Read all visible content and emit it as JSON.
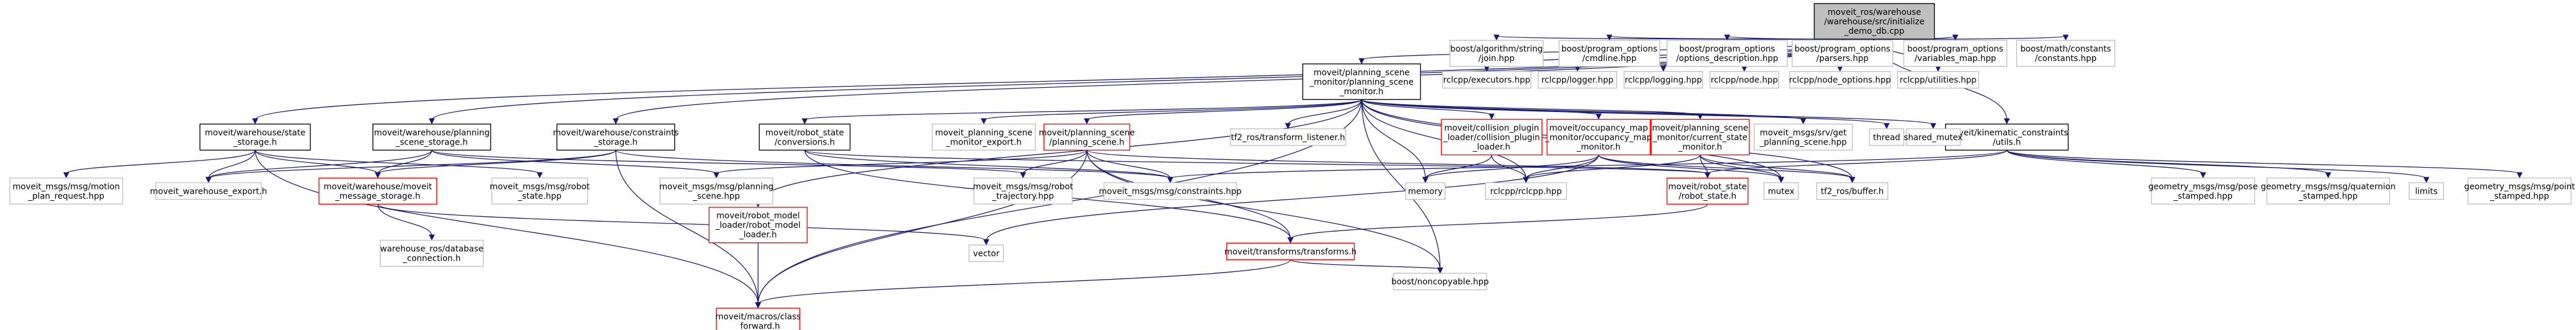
{
  "colors": {
    "root_fill": "#bfbfbf",
    "root_stroke": "#000000",
    "internal_stroke": "#000000",
    "missing_stroke": "#bfbfbf",
    "highlight_stroke": "#ff0000",
    "edge_color": "#191970",
    "node_fill": "#ffffff"
  },
  "nodes": [
    {
      "id": "root",
      "lines": [
        "moveit_ros/warehouse",
        "/warehouse/src/initialize",
        "_demo_db.cpp"
      ],
      "kind": "root",
      "interactable": false
    },
    {
      "id": "psm",
      "lines": [
        "moveit/planning_scene",
        "_monitor/planning_scene",
        "_monitor.h"
      ],
      "kind": "internal",
      "interactable": true
    },
    {
      "id": "ws",
      "lines": [
        "moveit/warehouse/state",
        "_storage.h"
      ],
      "kind": "internal",
      "interactable": true
    },
    {
      "id": "wps",
      "lines": [
        "moveit/warehouse/planning",
        "_scene_storage.h"
      ],
      "kind": "internal",
      "interactable": true
    },
    {
      "id": "wcs",
      "lines": [
        "moveit/warehouse/constraints",
        "_storage.h"
      ],
      "kind": "internal",
      "interactable": true
    },
    {
      "id": "kcu",
      "lines": [
        "moveit/kinematic_constraints",
        "/utils.h"
      ],
      "kind": "internal",
      "interactable": true
    },
    {
      "id": "rsc",
      "lines": [
        "moveit/robot_state",
        "/conversions.h"
      ],
      "kind": "internal",
      "interactable": true
    },
    {
      "id": "mpsme",
      "lines": [
        "moveit_planning_scene",
        "_monitor_export.h"
      ],
      "kind": "missing",
      "interactable": false
    },
    {
      "id": "ps",
      "lines": [
        "moveit/planning_scene",
        "/planning_scene.h"
      ],
      "kind": "highlight",
      "interactable": true
    },
    {
      "id": "tf2l",
      "lines": [
        "tf2_ros/transform_listener.h"
      ],
      "kind": "missing",
      "interactable": false
    },
    {
      "id": "cpl",
      "lines": [
        "moveit/collision_plugin",
        "_loader/collision_plugin",
        "_loader.h"
      ],
      "kind": "highlight",
      "interactable": true
    },
    {
      "id": "omm",
      "lines": [
        "moveit/occupancy_map",
        "_monitor/occupancy_map",
        "_monitor.h"
      ],
      "kind": "highlight",
      "interactable": true
    },
    {
      "id": "csm",
      "lines": [
        "moveit/planning_scene",
        "_monitor/current_state",
        "_monitor.h"
      ],
      "kind": "highlight",
      "interactable": true
    },
    {
      "id": "gps",
      "lines": [
        "moveit_msgs/srv/get",
        "_planning_scene.hpp"
      ],
      "kind": "missing",
      "interactable": false
    },
    {
      "id": "thread",
      "lines": [
        "thread"
      ],
      "kind": "missing",
      "interactable": false
    },
    {
      "id": "smutex",
      "lines": [
        "shared_mutex"
      ],
      "kind": "missing",
      "interactable": false
    },
    {
      "id": "bajson",
      "lines": [
        "boost/algorithm/string",
        "/join.hpp"
      ],
      "kind": "missing",
      "interactable": false
    },
    {
      "id": "bpocl",
      "lines": [
        "boost/program_options",
        "/cmdline.hpp"
      ],
      "kind": "missing",
      "interactable": false
    },
    {
      "id": "bpod",
      "lines": [
        "boost/program_options",
        "/options_description.hpp"
      ],
      "kind": "missing",
      "interactable": false
    },
    {
      "id": "bpop",
      "lines": [
        "boost/program_options",
        "/parsers.hpp"
      ],
      "kind": "missing",
      "interactable": false
    },
    {
      "id": "bpov",
      "lines": [
        "boost/program_options",
        "/variables_map.hpp"
      ],
      "kind": "missing",
      "interactable": false
    },
    {
      "id": "bmc",
      "lines": [
        "boost/math/constants",
        "/constants.hpp"
      ],
      "kind": "missing",
      "interactable": false
    },
    {
      "id": "rexe",
      "lines": [
        "rclcpp/executors.hpp"
      ],
      "kind": "missing",
      "interactable": false
    },
    {
      "id": "rlog",
      "lines": [
        "rclcpp/logger.hpp"
      ],
      "kind": "missing",
      "interactable": false
    },
    {
      "id": "rlogging",
      "lines": [
        "rclcpp/logging.hpp"
      ],
      "kind": "missing",
      "interactable": false
    },
    {
      "id": "rnode",
      "lines": [
        "rclcpp/node.hpp"
      ],
      "kind": "missing",
      "interactable": false
    },
    {
      "id": "rnodeopt",
      "lines": [
        "rclcpp/node_options.hpp"
      ],
      "kind": "missing",
      "interactable": false
    },
    {
      "id": "rutil",
      "lines": [
        "rclcpp/utilities.hpp"
      ],
      "kind": "missing",
      "interactable": false
    },
    {
      "id": "mpr",
      "lines": [
        "moveit_msgs/msg/motion",
        "_plan_request.hpp"
      ],
      "kind": "missing",
      "interactable": false
    },
    {
      "id": "mwe",
      "lines": [
        "moveit_warehouse_export.h"
      ],
      "kind": "missing",
      "interactable": false
    },
    {
      "id": "mms",
      "lines": [
        "moveit/warehouse/moveit",
        "_message_storage.h"
      ],
      "kind": "highlight",
      "interactable": true
    },
    {
      "id": "mrs",
      "lines": [
        "moveit_msgs/msg/robot",
        "_state.hpp"
      ],
      "kind": "missing",
      "interactable": false
    },
    {
      "id": "mpsh",
      "lines": [
        "moveit_msgs/msg/planning",
        "_scene.hpp"
      ],
      "kind": "missing",
      "interactable": false
    },
    {
      "id": "mrt",
      "lines": [
        "moveit_msgs/msg/robot",
        "_trajectory.hpp"
      ],
      "kind": "missing",
      "interactable": false
    },
    {
      "id": "mcons",
      "lines": [
        "moveit_msgs/msg/constraints.hpp"
      ],
      "kind": "missing",
      "interactable": false
    },
    {
      "id": "memory",
      "lines": [
        "memory"
      ],
      "kind": "missing",
      "interactable": false
    },
    {
      "id": "rclcpp",
      "lines": [
        "rclcpp/rclcpp.hpp"
      ],
      "kind": "missing",
      "interactable": false
    },
    {
      "id": "mrstate",
      "lines": [
        "moveit/robot_state",
        "/robot_state.h"
      ],
      "kind": "highlight",
      "interactable": true
    },
    {
      "id": "mutex",
      "lines": [
        "mutex"
      ],
      "kind": "missing",
      "interactable": false
    },
    {
      "id": "tf2buf",
      "lines": [
        "tf2_ros/buffer.h"
      ],
      "kind": "missing",
      "interactable": false
    },
    {
      "id": "gps_pose",
      "lines": [
        "geometry_msgs/msg/pose",
        "_stamped.hpp"
      ],
      "kind": "missing",
      "interactable": false
    },
    {
      "id": "gq",
      "lines": [
        "geometry_msgs/msg/quaternion",
        "_stamped.hpp"
      ],
      "kind": "missing",
      "interactable": false
    },
    {
      "id": "limits",
      "lines": [
        "limits"
      ],
      "kind": "missing",
      "interactable": false
    },
    {
      "id": "gp",
      "lines": [
        "geometry_msgs/msg/point",
        "_stamped.hpp"
      ],
      "kind": "missing",
      "interactable": false
    },
    {
      "id": "wdc",
      "lines": [
        "warehouse_ros/database",
        "_connection.h"
      ],
      "kind": "missing",
      "interactable": false
    },
    {
      "id": "vector",
      "lines": [
        "vector"
      ],
      "kind": "missing",
      "interactable": false
    },
    {
      "id": "rml",
      "lines": [
        "moveit/robot_model",
        "_loader/robot_model",
        "_loader.h"
      ],
      "kind": "highlight",
      "interactable": true
    },
    {
      "id": "tt",
      "lines": [
        "moveit/transforms/transforms.h"
      ],
      "kind": "highlight",
      "interactable": true
    },
    {
      "id": "bnc",
      "lines": [
        "boost/noncopyable.hpp"
      ],
      "kind": "missing",
      "interactable": false
    },
    {
      "id": "mcf",
      "lines": [
        "moveit/macros/class",
        "_forward.h"
      ],
      "kind": "highlight",
      "interactable": true
    }
  ]
}
